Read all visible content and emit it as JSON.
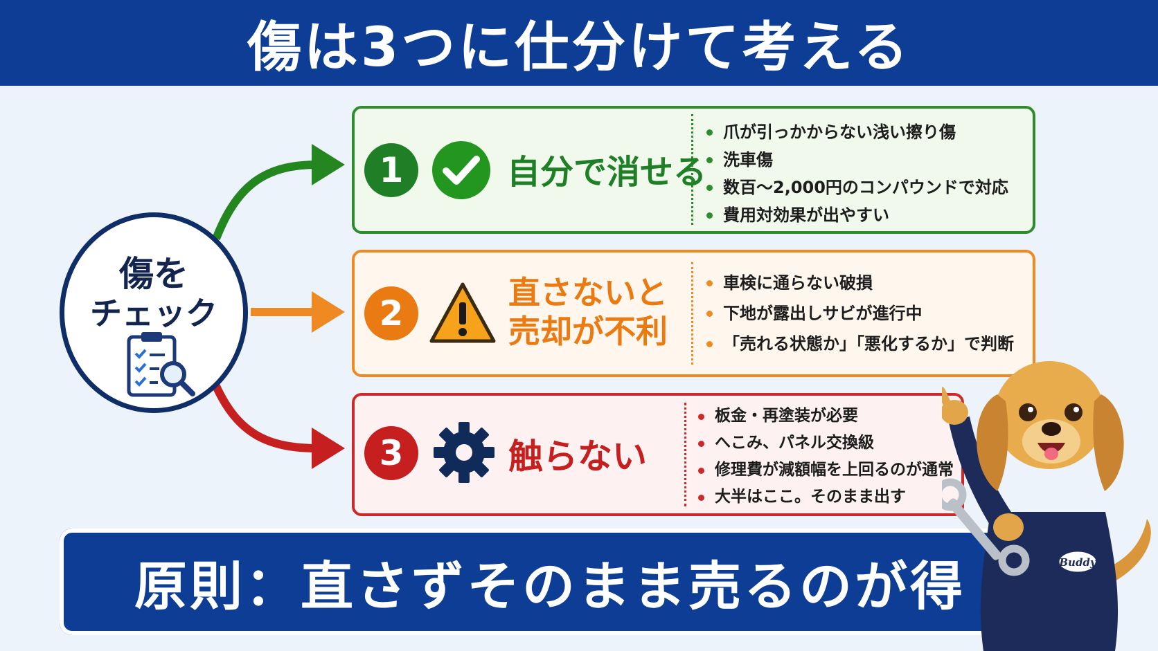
{
  "header": {
    "title": "傷は3つに仕分けて考える"
  },
  "hub": {
    "line1": "傷を",
    "line2": "チェック",
    "icon": "clipboard-search-icon"
  },
  "categories": [
    {
      "number": "1",
      "title_line1": "自分で消せる",
      "title_line2": "",
      "icon": "check-circle-icon",
      "color": "#1f7f26",
      "items": [
        "爪が引っかからない浅い擦り傷",
        "洗車傷",
        "数百〜2,000円のコンパウンドで対応",
        "費用対効果が出やすい"
      ]
    },
    {
      "number": "2",
      "title_line1": "直さないと",
      "title_line2": "売却が不利",
      "icon": "warning-triangle-icon",
      "color": "#ea7a12",
      "items": [
        "車検に通らない破損",
        "下地が露出しサビが進行中",
        "「売れる状態か」「悪化するか」で判断"
      ]
    },
    {
      "number": "3",
      "title_line1": "触らない",
      "title_line2": "",
      "icon": "gear-icon",
      "color": "#c51f1f",
      "items": [
        "板金・再塗装が必要",
        "へこみ、パネル交換級",
        "修理費が減額幅を上回るのが通常",
        "大半はここ。そのまま出す"
      ]
    }
  ],
  "footer": {
    "principle": "原則：直さずそのまま売るのが得"
  },
  "mascot": {
    "badge_text": "Buddy",
    "icon": "dog-mechanic-mascot"
  },
  "colors": {
    "navy": "#0d3d94",
    "green": "#2e8b2e",
    "orange": "#ef8a22",
    "red": "#cc2a2a"
  }
}
